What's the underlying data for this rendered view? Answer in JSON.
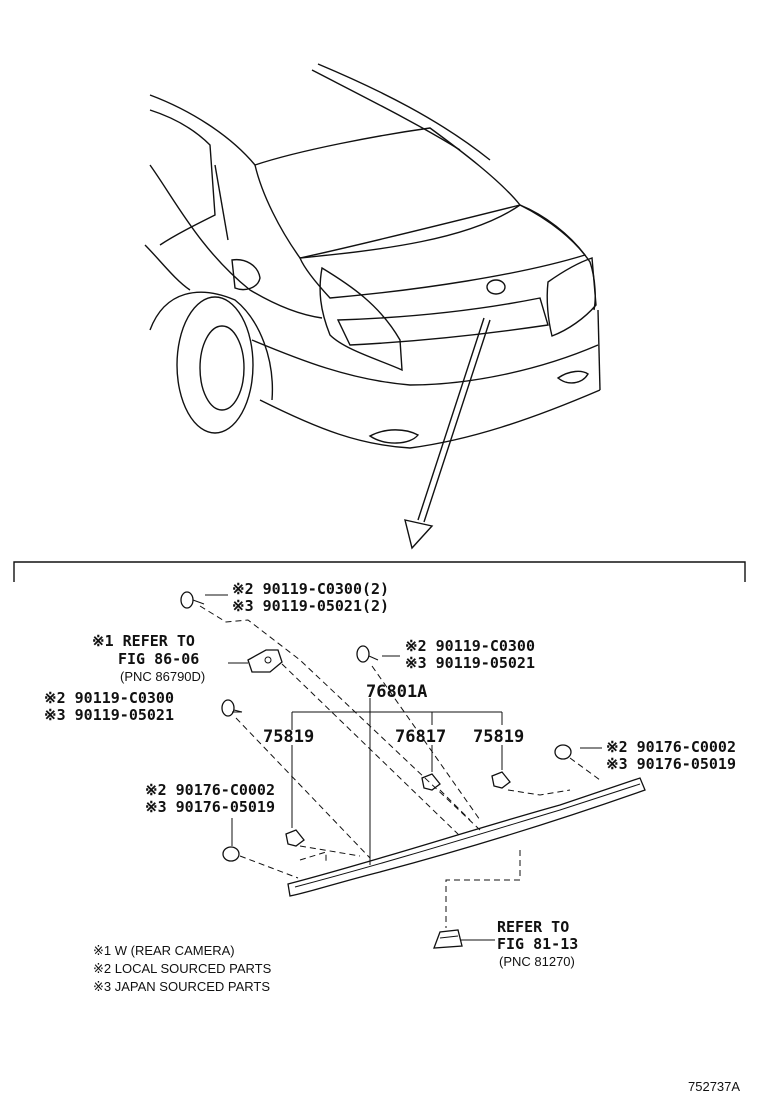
{
  "labels": {
    "bolt_top_l2": "※2 90119-C0300(2)",
    "bolt_top_l3": "※3 90119-05021(2)",
    "ref_cam_1": "※1 REFER TO",
    "ref_cam_2": "FIG 86-06",
    "ref_cam_3": "(PNC 86790D)",
    "bolt_mid_l2": "※2 90119-C0300",
    "bolt_mid_l3": "※3 90119-05021",
    "assembly": "76801A",
    "bolt_left_l2": "※2 90119-C0300",
    "bolt_left_l3": "※3 90119-05021",
    "clip_left": "75819",
    "clip_mid": "76817",
    "clip_right": "75819",
    "nut_right_l2": "※2 90176-C0002",
    "nut_right_l3": "※3 90176-05019",
    "nut_left_l2": "※2 90176-C0002",
    "nut_left_l3": "※3 90176-05019",
    "ref_lamp_1": "REFER TO",
    "ref_lamp_2": "FIG 81-13",
    "ref_lamp_3": "(PNC 81270)"
  },
  "notes": [
    "※1 W (REAR CAMERA)",
    "※2 LOCAL SOURCED PARTS",
    "※3 JAPAN SOURCED PARTS"
  ],
  "figure_id": "752737A"
}
